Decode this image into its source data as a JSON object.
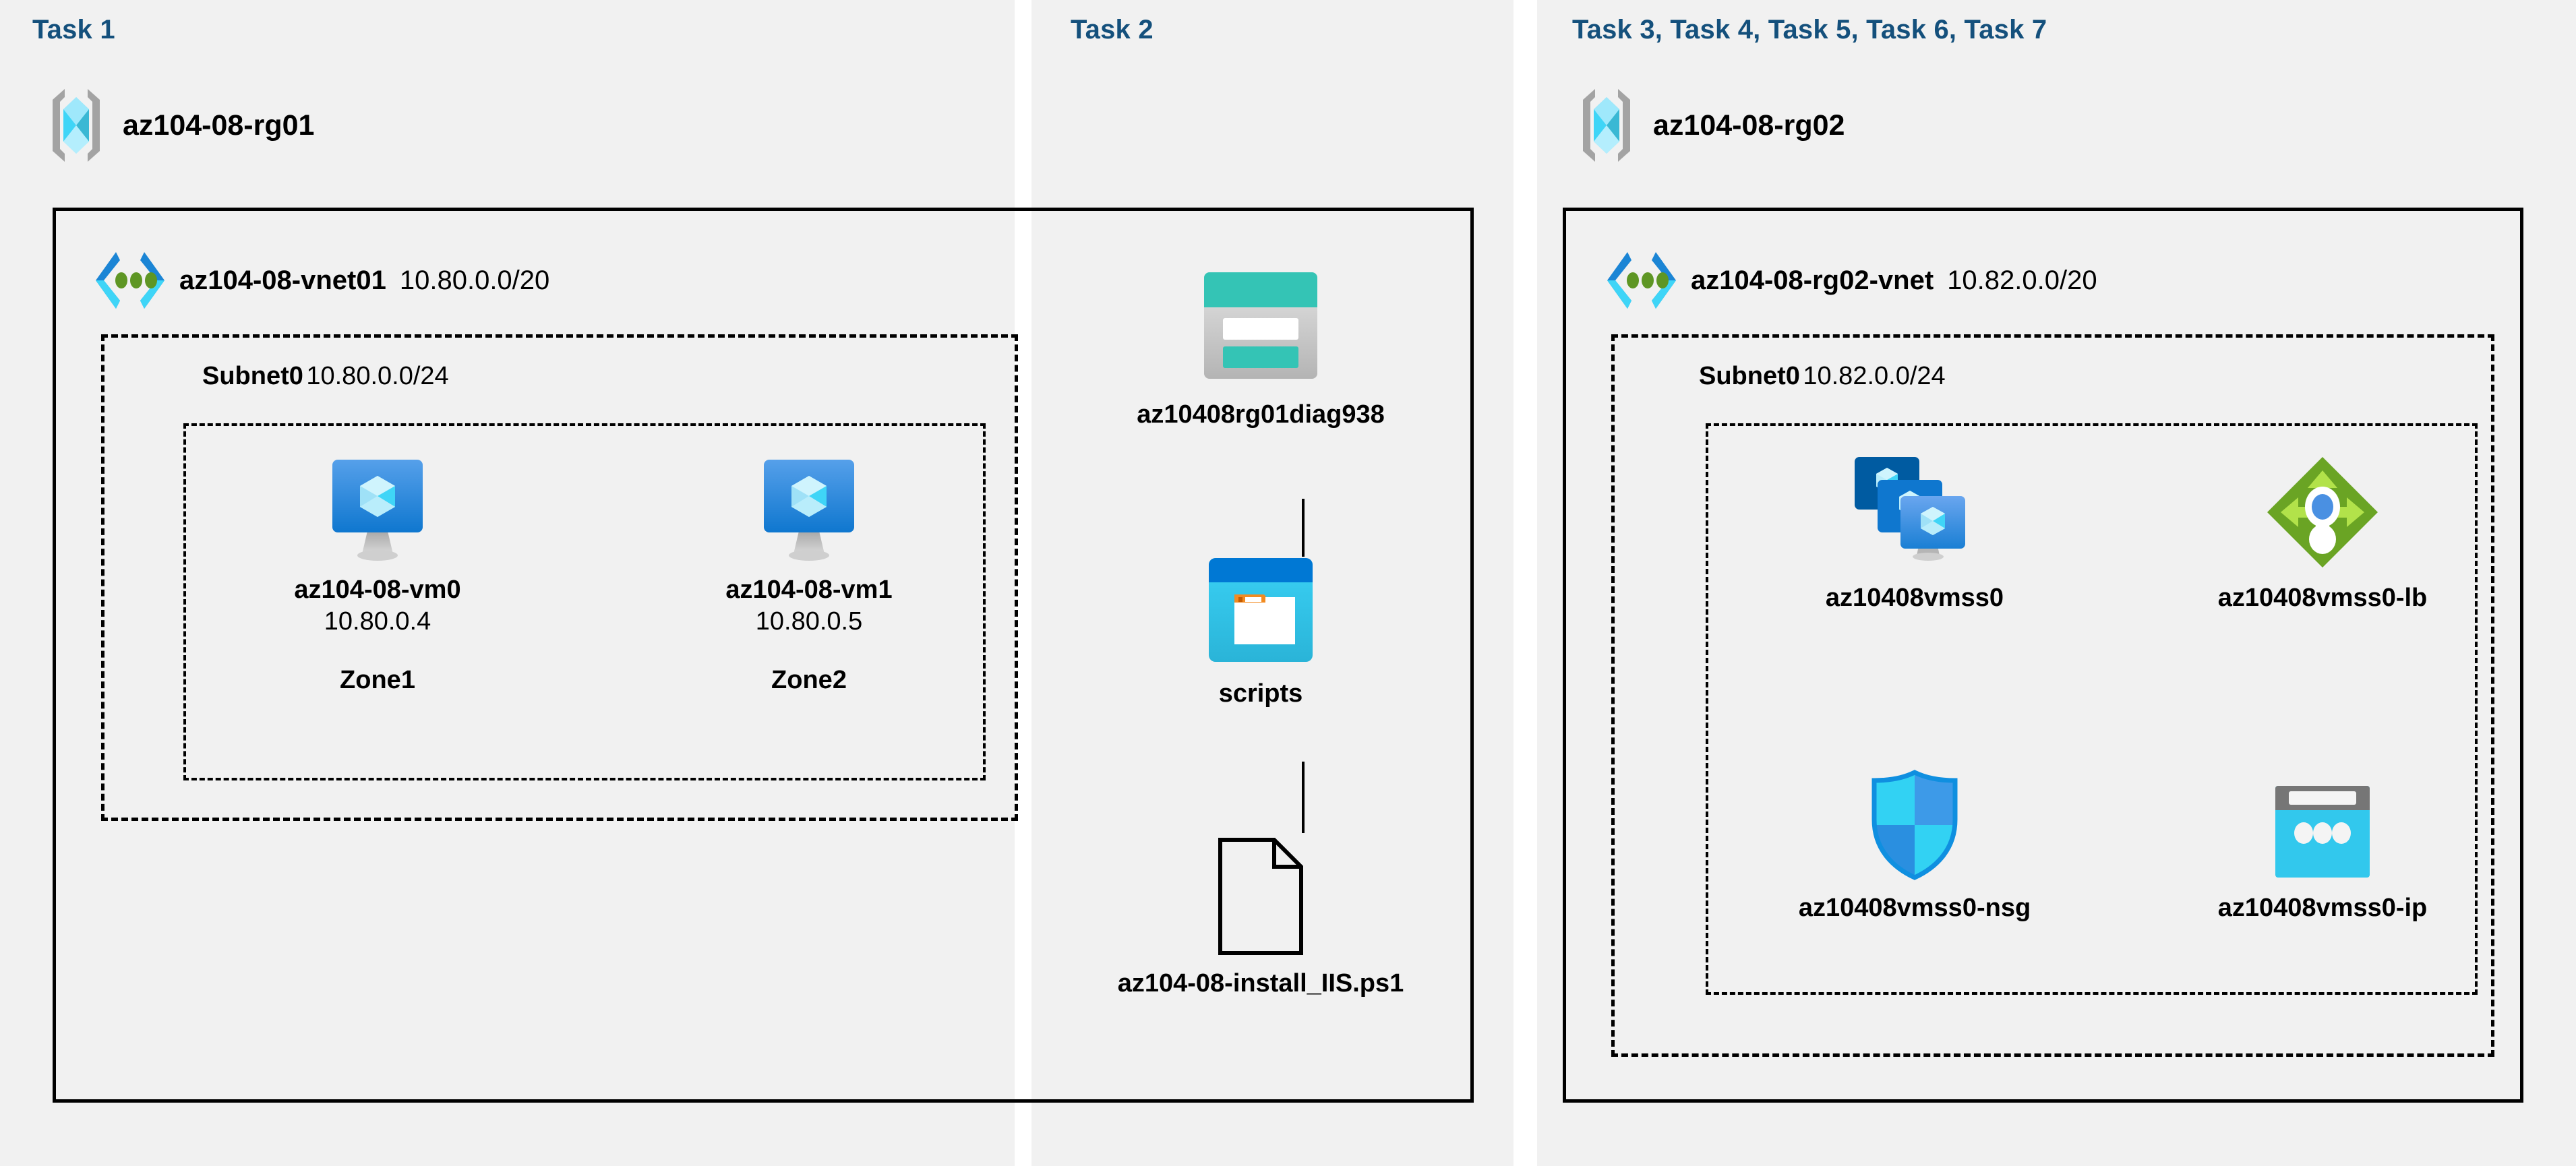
{
  "panels": [
    {
      "id": "task1",
      "header": "Task 1"
    },
    {
      "id": "task2",
      "header": "Task 2"
    },
    {
      "id": "task3",
      "header": "Task 3, Task 4, Task 5, Task 6, Task 7"
    }
  ],
  "colors": {
    "task_header": "#14507c",
    "panel_background": "#f1f1f1",
    "page_background": "#ffffff",
    "border": "#000000",
    "vnet_icon_dark_blue": "#1b85d5",
    "vnet_icon_cyan": "#3fd5f7",
    "vnet_icon_green": "#5e9624",
    "vm_icon_blue": "#2b8ce4",
    "vmss_icon_dark": "#005ba1",
    "storage_teal": "#34c4b5",
    "storage_teal_dark": "#1a7f73",
    "blob_blue": "#0078d4",
    "blob_cyan": "#32c8ed",
    "folder_orange": "#f28b21",
    "lb_green": "#6aa424",
    "lb_green_light": "#9ddc2e",
    "lb_blue_dot": "#4a90e2",
    "nsg_cyan": "#32d2f3",
    "nsg_blue": "#2a8fe0",
    "ip_cyan": "#32c8ed",
    "ip_gray": "#767676"
  },
  "task1": {
    "resource_group": {
      "name": "az104-08-rg01",
      "icon": "resource-group-icon"
    },
    "vnet": {
      "name": "az104-08-vnet01",
      "cidr": "10.80.0.0/20",
      "icon": "virtual-network-icon"
    },
    "subnet": {
      "name": "Subnet0",
      "cidr": "10.80.0.0/24"
    },
    "vms": [
      {
        "name": "az104-08-vm0",
        "ip": "10.80.0.4",
        "zone": "Zone1",
        "icon": "virtual-machine-icon"
      },
      {
        "name": "az104-08-vm1",
        "ip": "10.80.0.5",
        "zone": "Zone2",
        "icon": "virtual-machine-icon"
      }
    ]
  },
  "task2": {
    "storage_account": {
      "name": "az10408rg01diag938",
      "icon": "storage-account-icon"
    },
    "container": {
      "name": "scripts",
      "icon": "blob-container-icon"
    },
    "file": {
      "name": "az104-08-install_IIS.ps1",
      "icon": "file-icon"
    }
  },
  "task3": {
    "resource_group": {
      "name": "az104-08-rg02",
      "icon": "resource-group-icon"
    },
    "vnet": {
      "name": "az104-08-rg02-vnet",
      "cidr": "10.82.0.0/20",
      "icon": "virtual-network-icon"
    },
    "subnet": {
      "name": "Subnet0",
      "cidr": "10.82.0.0/24"
    },
    "resources": [
      {
        "name": "az10408vmss0",
        "icon": "vm-scale-set-icon"
      },
      {
        "name": "az10408vmss0-lb",
        "icon": "load-balancer-icon"
      },
      {
        "name": "az10408vmss0-nsg",
        "icon": "network-security-group-icon"
      },
      {
        "name": "az10408vmss0-ip",
        "icon": "public-ip-address-icon"
      }
    ]
  }
}
